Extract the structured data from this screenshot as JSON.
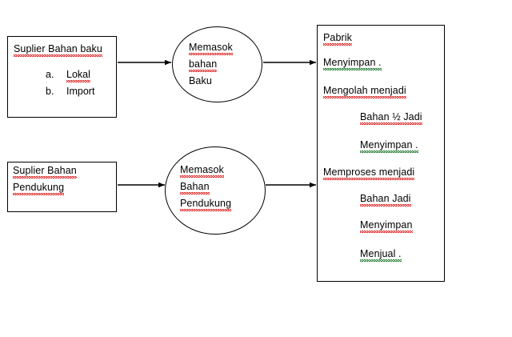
{
  "diagram": {
    "title": "Supply chain flow diagram",
    "stroke_color": "#000000",
    "spellcheck_underline_color": "#e02020",
    "grammar_underline_color": "#1d7a2e",
    "background_color": "#ffffff",
    "nodes": {
      "supplier_raw": {
        "shape": "rectangle",
        "heading": "Suplier Bahan baku",
        "items": [
          {
            "marker": "a.",
            "label": "Lokal"
          },
          {
            "marker": "b.",
            "label": "Import"
          }
        ]
      },
      "supplier_support": {
        "shape": "rectangle",
        "lines": [
          "Suplier Bahan",
          "Pendukung"
        ]
      },
      "process_raw": {
        "shape": "ellipse",
        "lines": [
          "Memasok",
          "bahan",
          "Baku"
        ]
      },
      "process_support": {
        "shape": "ellipse",
        "lines": [
          "Memasok",
          "Bahan",
          "Pendukung"
        ]
      },
      "factory": {
        "shape": "rectangle",
        "lines": [
          {
            "text": "Pabrik",
            "indent": 0
          },
          {
            "text": "Menyimpan .",
            "indent": 0
          },
          {
            "text": "Mengolah menjadi",
            "indent": 0
          },
          {
            "text": "Bahan ½ Jadi",
            "indent": 1
          },
          {
            "text": "Menyimpan .",
            "indent": 1
          },
          {
            "text": "Memproses menjadi",
            "indent": 0
          },
          {
            "text": "Bahan Jadi",
            "indent": 1
          },
          {
            "text": "Menyimpan",
            "indent": 1
          },
          {
            "text": "Menjual .",
            "indent": 1
          }
        ]
      }
    },
    "arrows": [
      {
        "from": "supplier_raw",
        "to": "process_raw"
      },
      {
        "from": "process_raw",
        "to": "factory"
      },
      {
        "from": "supplier_support",
        "to": "process_support"
      },
      {
        "from": "process_support",
        "to": "factory"
      }
    ]
  }
}
